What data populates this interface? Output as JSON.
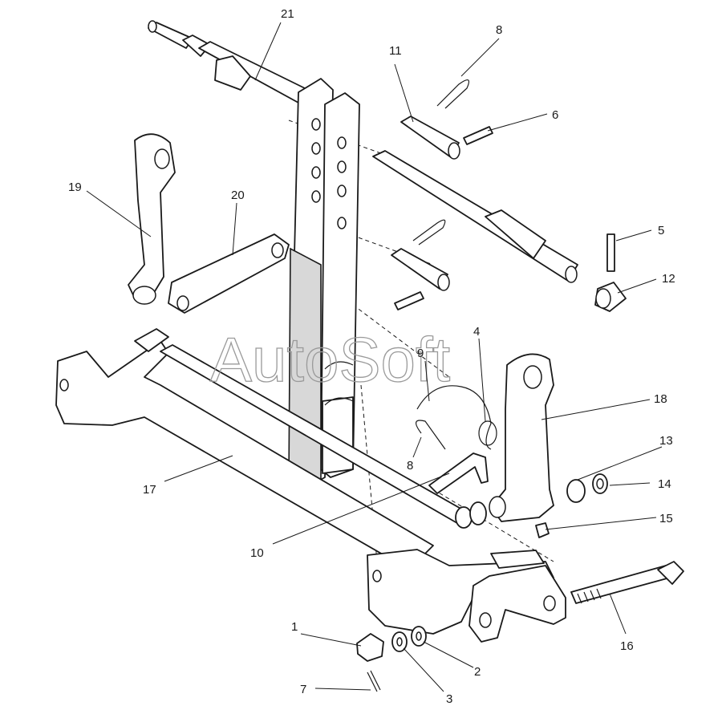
{
  "watermark": "AutoSoft",
  "callouts": {
    "c1": "1",
    "c2": "2",
    "c3": "3",
    "c4": "4",
    "c5": "5",
    "c6": "6",
    "c7": "7",
    "c8a": "8",
    "c8b": "8",
    "c9": "9",
    "c10": "10",
    "c11": "11",
    "c12": "12",
    "c13": "13",
    "c14": "14",
    "c15": "15",
    "c16": "16",
    "c17": "17",
    "c18": "18",
    "c19": "19",
    "c20": "20",
    "c21": "21"
  }
}
